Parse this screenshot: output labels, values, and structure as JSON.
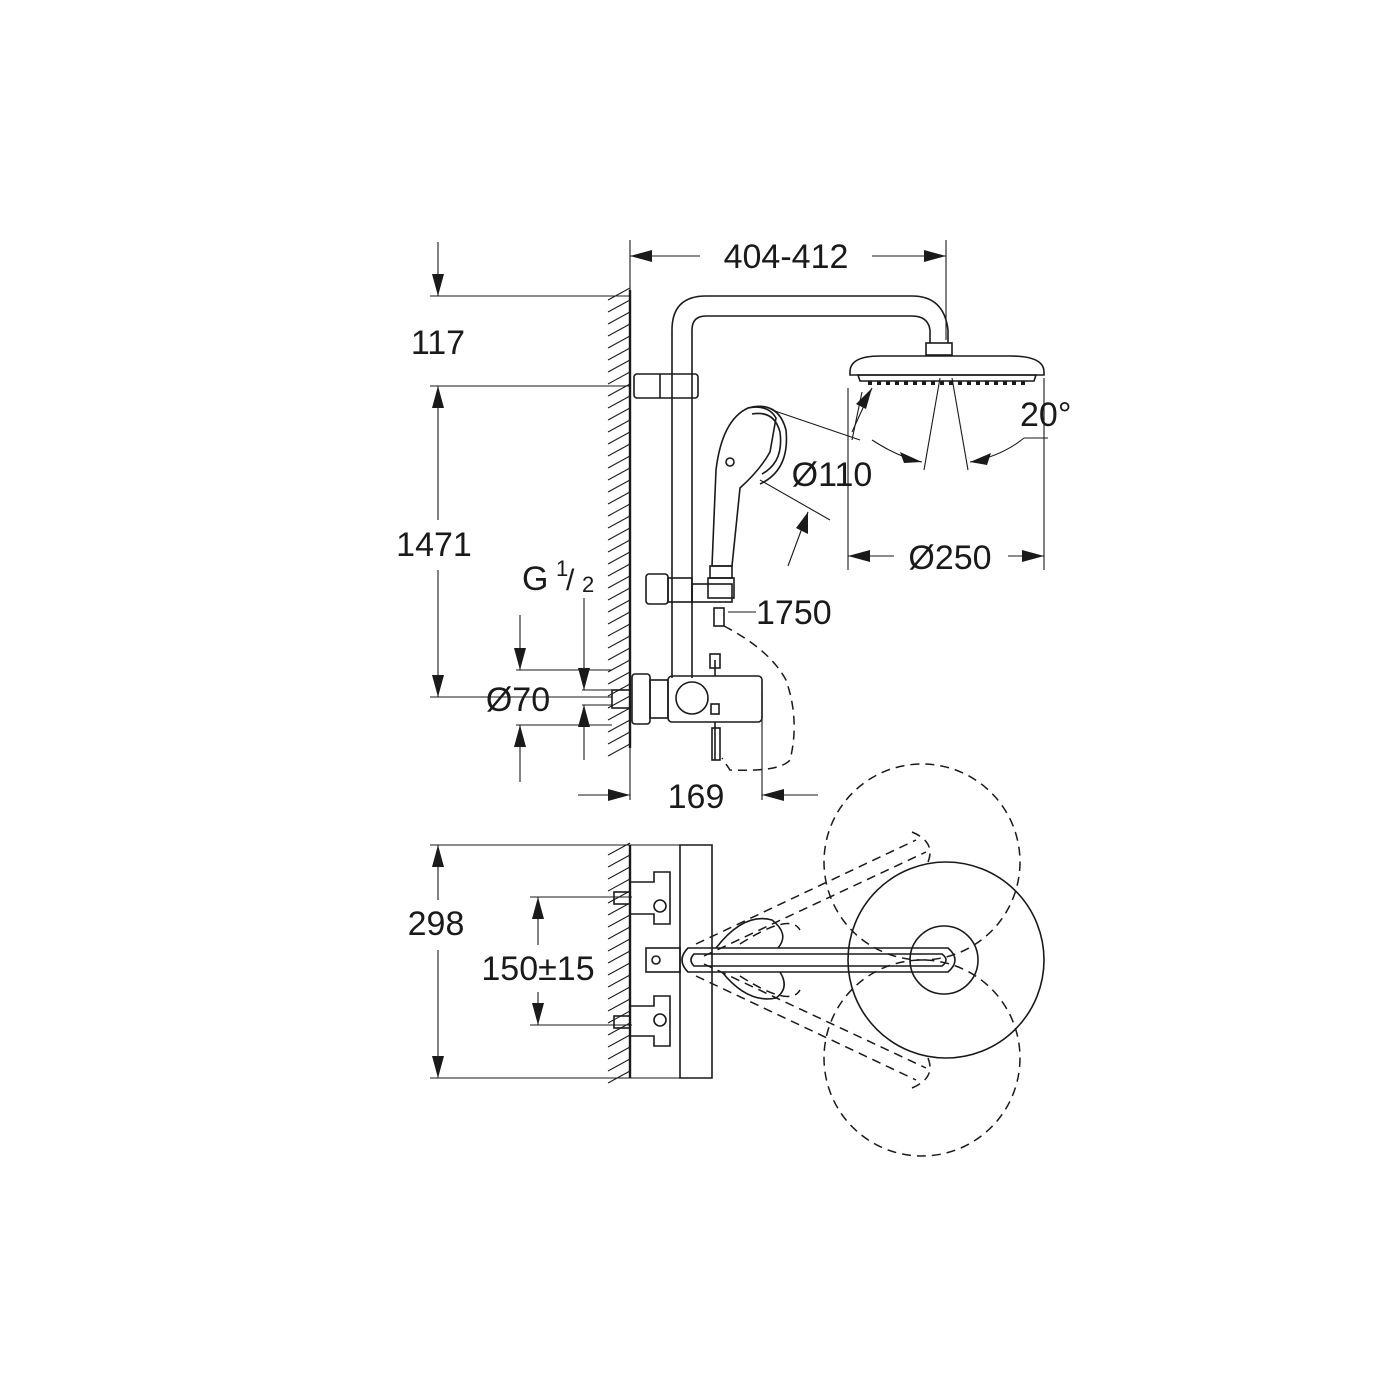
{
  "dimensions": {
    "arm_length": "404-412",
    "top_offset": "117",
    "rail_height": "1471",
    "thread": {
      "base": "G",
      "num": "1",
      "den": "2"
    },
    "rosette_diameter": "Ø70",
    "mixer_projection": "169",
    "hose_length": "1750",
    "hand_shower_diameter": "Ø110",
    "head_shower_diameter": "Ø250",
    "tilt_angle": "20°",
    "plan_depth": "298",
    "connection_spacing": "150±15"
  }
}
